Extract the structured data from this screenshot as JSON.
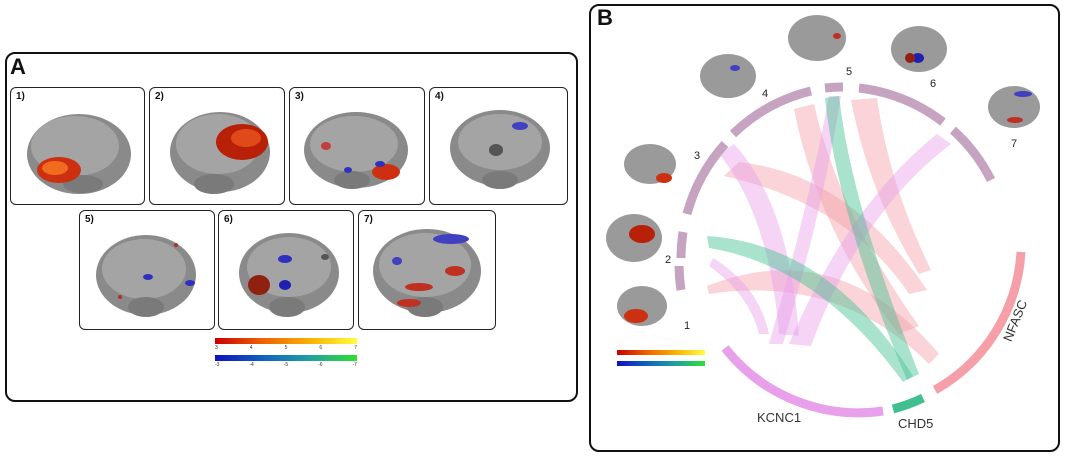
{
  "panelA": {
    "letter": "A",
    "boxes": [
      {
        "label": "1)"
      },
      {
        "label": "2)"
      },
      {
        "label": "3)"
      },
      {
        "label": "4)"
      },
      {
        "label": "5)"
      },
      {
        "label": "6)"
      },
      {
        "label": "7)"
      }
    ],
    "colorbar": {
      "positive_ticks": [
        "3",
        "4",
        "5",
        "6",
        "7"
      ],
      "negative_ticks": [
        "-3",
        "-4",
        "-5",
        "-6",
        "-7"
      ]
    }
  },
  "panelB": {
    "letter": "B",
    "nodes": [
      "1",
      "2",
      "3",
      "4",
      "5",
      "6",
      "7"
    ],
    "genes": [
      "KCNC1",
      "CHD5",
      "NFASC"
    ]
  },
  "colors": {
    "positive_low": "#c80000",
    "positive_high": "#ffff40",
    "negative_low": "#1010c0",
    "negative_high": "#30e030",
    "node_arc": "#c7a3c2",
    "kcnc1": "#e8a0ea",
    "chd5": "#40c090",
    "nfasc": "#f5a0a8"
  }
}
